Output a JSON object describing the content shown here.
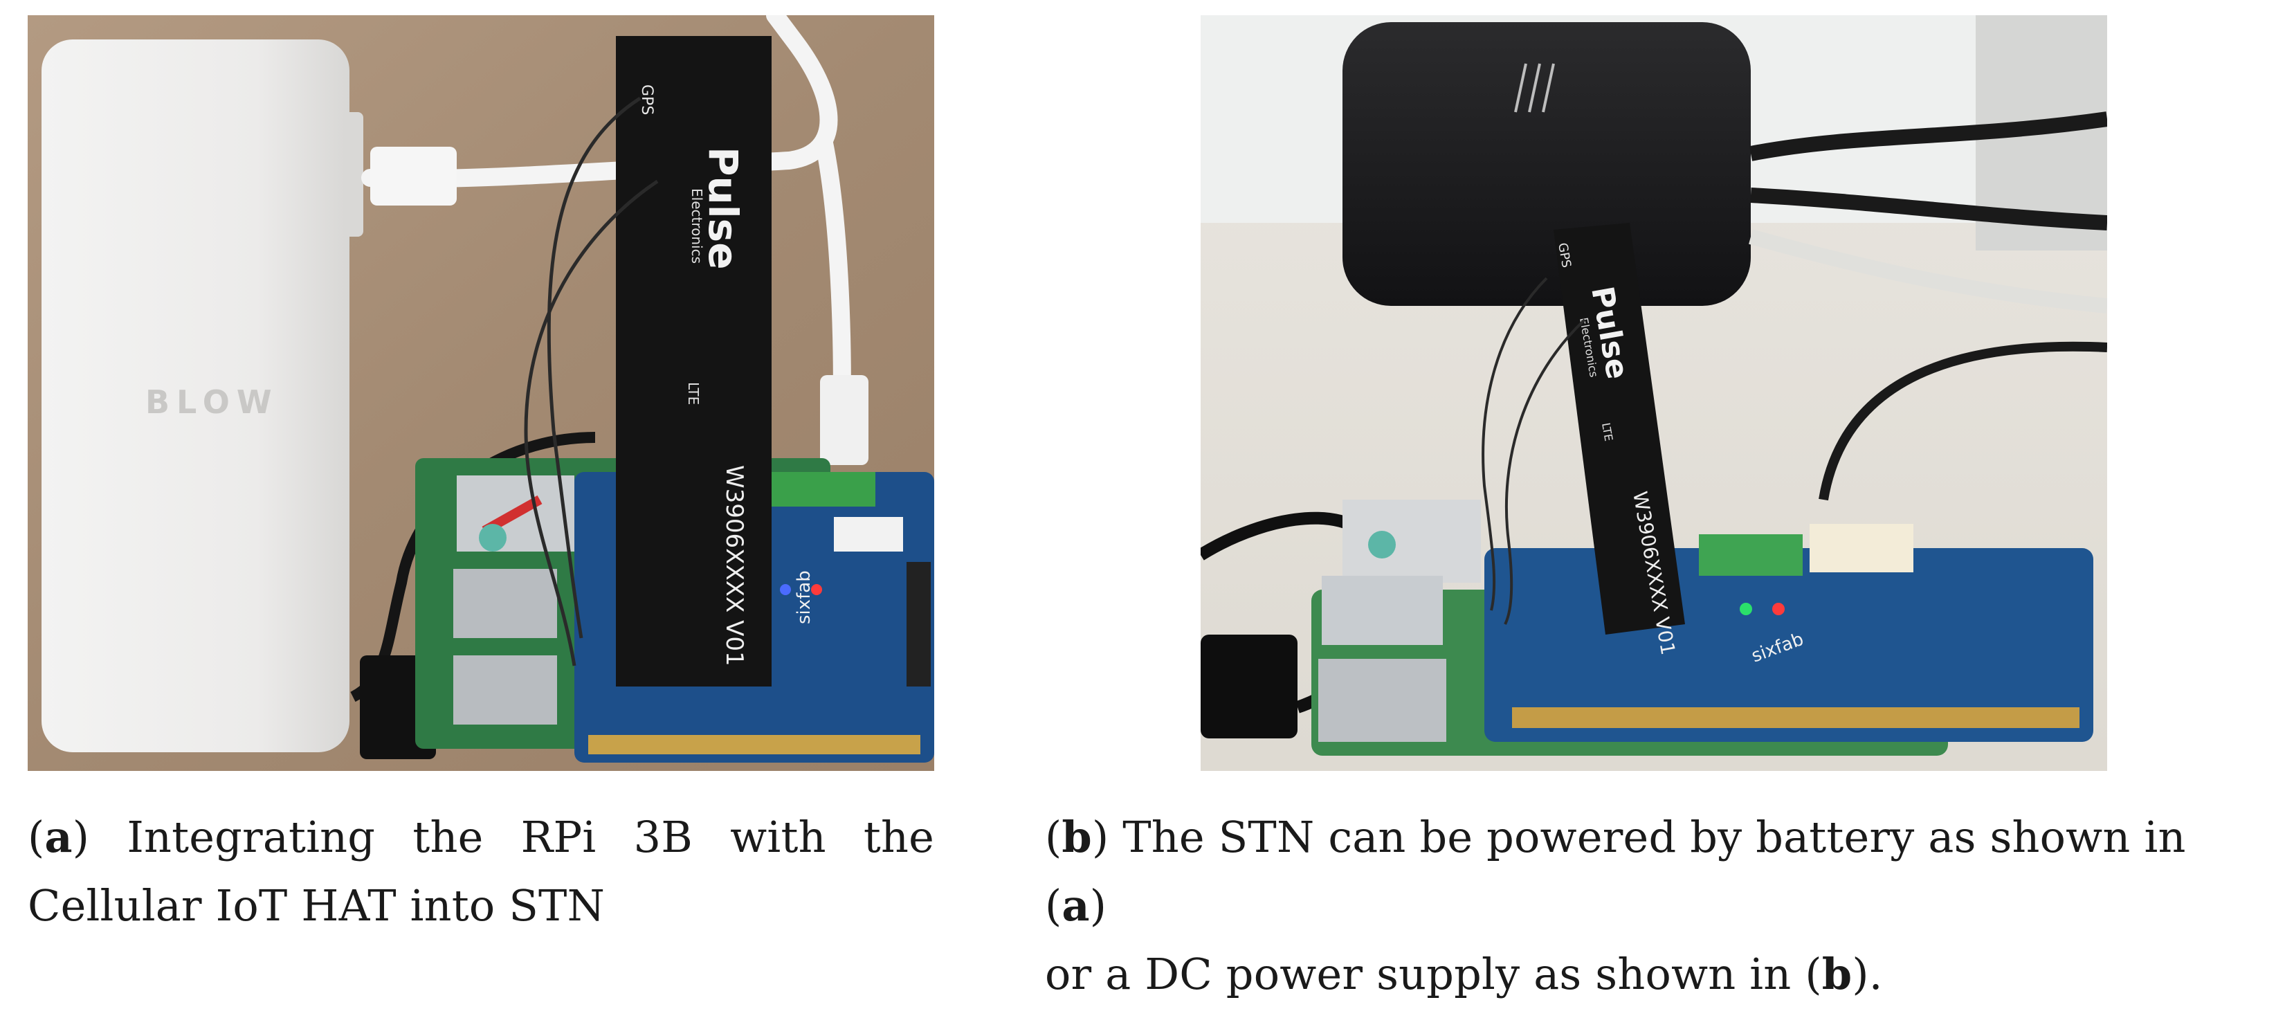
{
  "figure": {
    "panel_a": {
      "caption": {
        "label": "a",
        "text": "Integrating the RPi 3B with the Cellular IoT HAT into STN"
      },
      "photo_text": {
        "power_bank_brand": "BLOW",
        "antenna_brand": "Pulse",
        "antenna_sub": "Electronics",
        "antenna_model": "W3906XXXX V01",
        "gps_label": "GPS",
        "lte_label": "LTE",
        "hat_brand": "sixfab"
      }
    },
    "panel_b": {
      "caption": {
        "label_b": "b",
        "part1": "The STN can be powered by battery as shown in (",
        "ref_a": "a",
        "part2": ")",
        "part3": "or a DC power supply as shown in (",
        "ref_b": "b",
        "part4": ")."
      },
      "photo_text": {
        "antenna_brand": "Pulse",
        "antenna_sub": "Electronics",
        "antenna_model": "W3906XXXX V01",
        "gps_label": "GPS",
        "lte_label": "LTE",
        "hat_brand": "sixfab"
      }
    }
  }
}
